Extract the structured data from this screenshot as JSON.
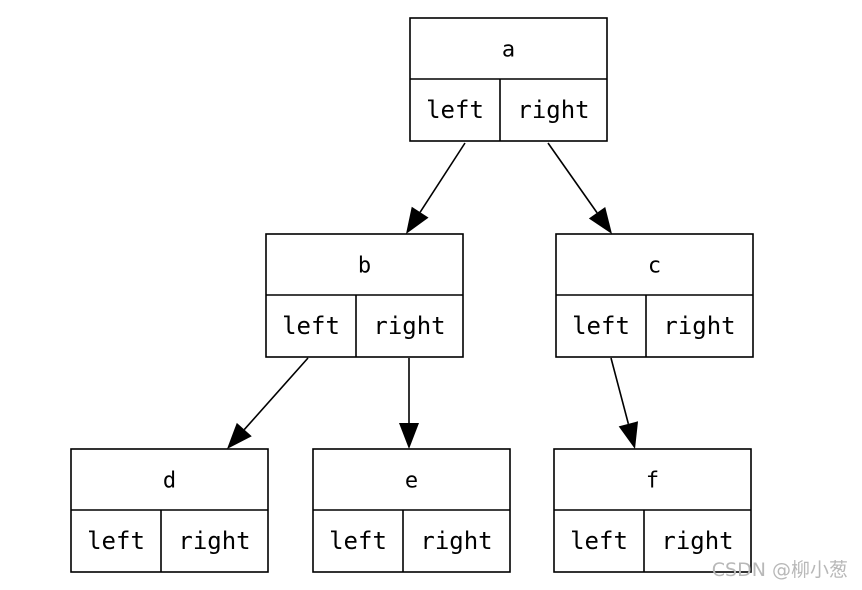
{
  "diagram": {
    "type": "binary-tree",
    "nodes": [
      {
        "id": "a",
        "label": "a",
        "fields": [
          "left",
          "right"
        ]
      },
      {
        "id": "b",
        "label": "b",
        "fields": [
          "left",
          "right"
        ]
      },
      {
        "id": "c",
        "label": "c",
        "fields": [
          "left",
          "right"
        ]
      },
      {
        "id": "d",
        "label": "d",
        "fields": [
          "left",
          "right"
        ]
      },
      {
        "id": "e",
        "label": "e",
        "fields": [
          "left",
          "right"
        ]
      },
      {
        "id": "f",
        "label": "f",
        "fields": [
          "left",
          "right"
        ]
      }
    ],
    "edges": [
      {
        "from": "a",
        "port": "left",
        "to": "b"
      },
      {
        "from": "a",
        "port": "right",
        "to": "c"
      },
      {
        "from": "b",
        "port": "left",
        "to": "d"
      },
      {
        "from": "b",
        "port": "right",
        "to": "e"
      },
      {
        "from": "c",
        "port": "left",
        "to": "f"
      }
    ],
    "colors": {
      "stroke": "#000000",
      "fill": "#ffffff",
      "watermark": "#b8b8b8"
    }
  },
  "watermark": {
    "text": "CSDN @柳小葱"
  }
}
